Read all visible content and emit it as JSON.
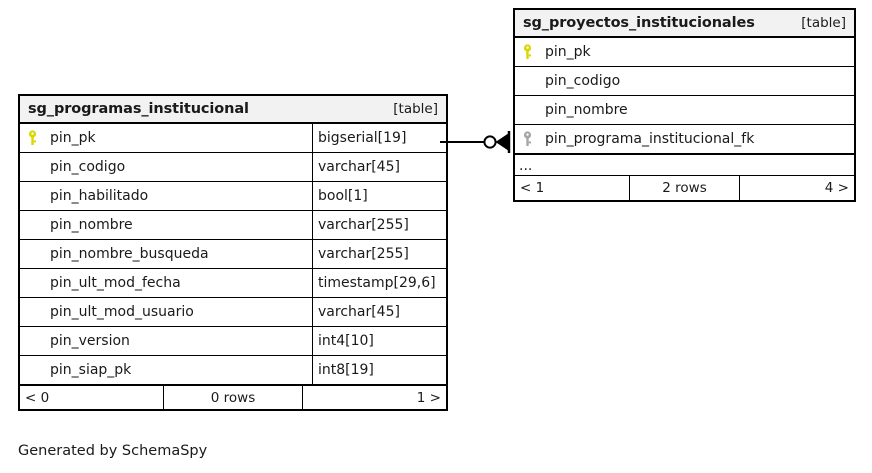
{
  "diagram": {
    "caption": "Generated by SchemaSpy",
    "colors": {
      "primary_key_icon": "#d8d800",
      "foreign_key_icon": "#a6a6a6",
      "border": "#000000",
      "header_background": "#f2f2f2",
      "page_background": "#ffffff"
    }
  },
  "tables": [
    {
      "id": "sg_programas_institucional",
      "name": "sg_programas_institucional",
      "kind": "[table]",
      "has_type_column": true,
      "columns": [
        {
          "key": "primary",
          "icon": "key-icon",
          "name": "pin_pk",
          "type": "bigserial[19]"
        },
        {
          "key": "none",
          "icon": "",
          "name": "pin_codigo",
          "type": "varchar[45]"
        },
        {
          "key": "none",
          "icon": "",
          "name": "pin_habilitado",
          "type": "bool[1]"
        },
        {
          "key": "none",
          "icon": "",
          "name": "pin_nombre",
          "type": "varchar[255]"
        },
        {
          "key": "none",
          "icon": "",
          "name": "pin_nombre_busqueda",
          "type": "varchar[255]"
        },
        {
          "key": "none",
          "icon": "",
          "name": "pin_ult_mod_fecha",
          "type": "timestamp[29,6]"
        },
        {
          "key": "none",
          "icon": "",
          "name": "pin_ult_mod_usuario",
          "type": "varchar[45]"
        },
        {
          "key": "none",
          "icon": "",
          "name": "pin_version",
          "type": "int4[10]"
        },
        {
          "key": "none",
          "icon": "",
          "name": "pin_siap_pk",
          "type": "int8[19]"
        }
      ],
      "ellipsis": null,
      "footer": {
        "prev": "< 0",
        "rows": "0 rows",
        "next": "1 >"
      }
    },
    {
      "id": "sg_proyectos_institucionales",
      "name": "sg_proyectos_institucionales",
      "kind": "[table]",
      "has_type_column": false,
      "columns": [
        {
          "key": "primary",
          "icon": "key-icon",
          "name": "pin_pk",
          "type": ""
        },
        {
          "key": "none",
          "icon": "",
          "name": "pin_codigo",
          "type": ""
        },
        {
          "key": "none",
          "icon": "",
          "name": "pin_nombre",
          "type": ""
        },
        {
          "key": "foreign",
          "icon": "key-icon",
          "name": "pin_programa_institucional_fk",
          "type": ""
        }
      ],
      "ellipsis": "...",
      "footer": {
        "prev": "< 1",
        "rows": "2 rows",
        "next": "4 >"
      }
    }
  ],
  "relationship": {
    "name": "programas-to-proyectos",
    "from_table": "sg_programas_institucional",
    "from_column": "pin_pk",
    "to_table": "sg_proyectos_institucionales",
    "to_column": "pin_programa_institucional_fk",
    "notation": "crows-foot",
    "from_cardinality": "one",
    "to_cardinality": "zero-or-many"
  }
}
